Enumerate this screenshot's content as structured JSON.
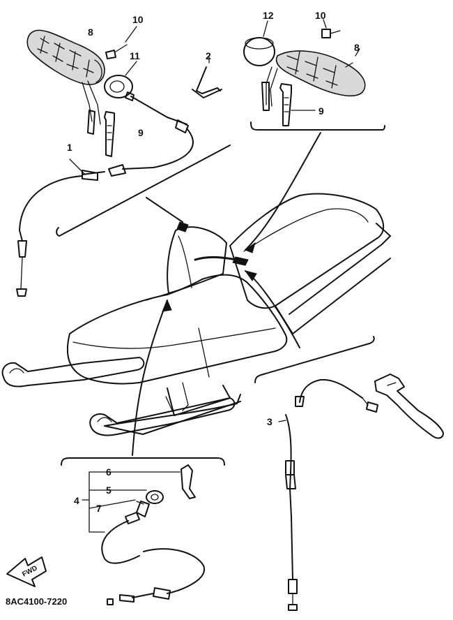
{
  "diagram_code": "8AC4100-7220",
  "fwd_label": "FWD",
  "callouts": {
    "c1": "1",
    "c2": "2",
    "c3": "3",
    "c4": "4",
    "c5": "5",
    "c6": "6",
    "c7": "7",
    "c8_left": "8",
    "c8_right": "8",
    "c9_left": "9",
    "c9_right": "9",
    "c10_left": "10",
    "c10_right": "10",
    "c11": "11",
    "c12": "12"
  }
}
